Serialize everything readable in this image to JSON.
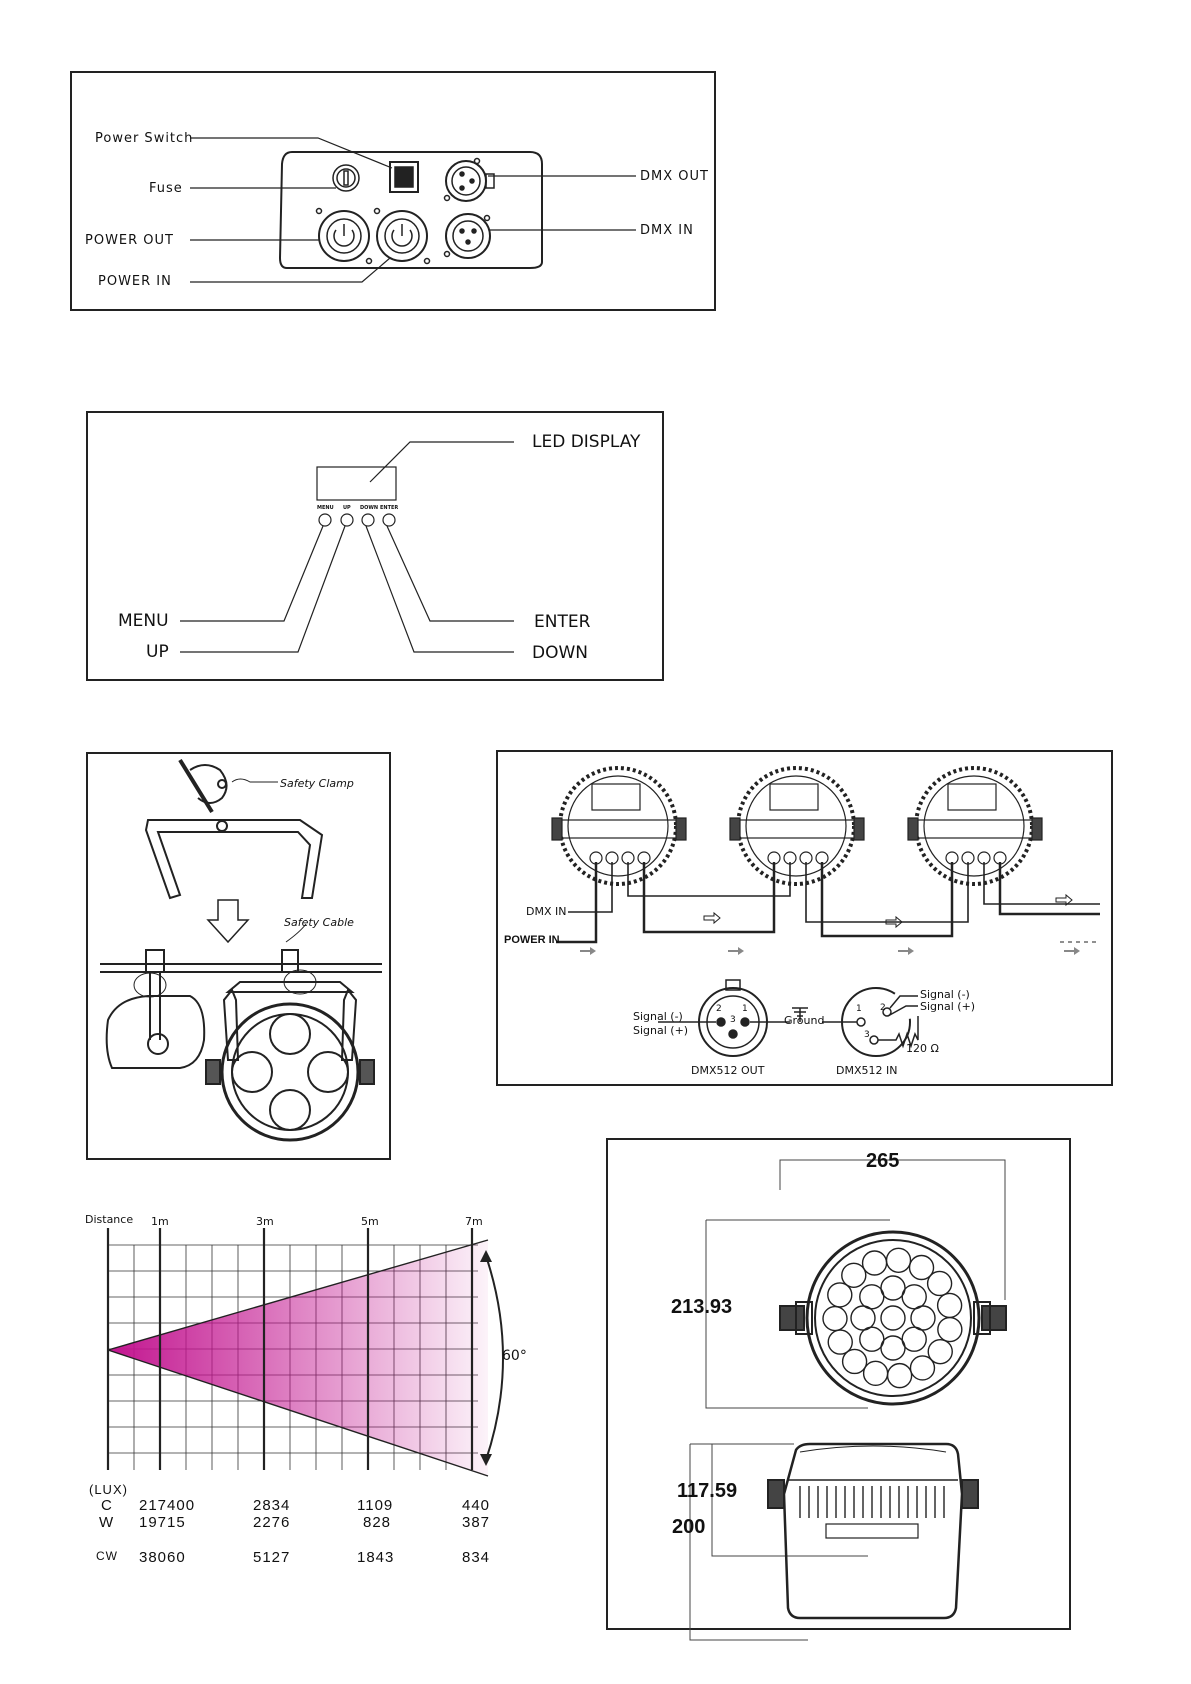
{
  "rear_panel": {
    "power_switch": "Power Switch",
    "fuse": "Fuse",
    "power_out": "POWER OUT",
    "power_in": "POWER IN",
    "dmx_out": "DMX OUT",
    "dmx_in": "DMX IN"
  },
  "control_panel": {
    "led_display": "LED DISPLAY",
    "menu": "MENU",
    "up": "UP",
    "enter": "ENTER",
    "down": "DOWN",
    "btn_menu": "MENU",
    "btn_up": "UP",
    "btn_down": "DOWN",
    "btn_enter": "ENTER"
  },
  "mounting": {
    "safety_clamp": "Safety  Clamp",
    "safety_cable": "Safety  Cable"
  },
  "wiring": {
    "dmx_in": "DMX IN",
    "power_in": "POWER IN",
    "signal_minus_1": "Signal (-)",
    "signal_plus_1": "Signal (+)",
    "ground": "Ground",
    "signal_minus_2": "Signal (-)",
    "signal_plus_2": "Signal (+)",
    "resistor": "120 Ω",
    "pin2_out": "2",
    "pin1_out": "1",
    "pin3_out": "3",
    "pin1_in": "1",
    "pin2_in": "2",
    "pin3_in": "3",
    "dmx512_out": "DMX512 OUT",
    "dmx512_in": "DMX512 IN"
  },
  "beam_chart": {
    "distance_label": "Distance",
    "distances": [
      "1m",
      "3m",
      "5m",
      "7m"
    ],
    "angle": "60°",
    "lux_label": "(LUX)",
    "rows": [
      {
        "name": "C",
        "values": [
          "217400",
          "2834",
          "1109",
          "440"
        ]
      },
      {
        "name": "W",
        "values": [
          "19715",
          "2276",
          "828",
          "387"
        ]
      },
      {
        "name": "CW",
        "values": [
          "38060",
          "5127",
          "1843",
          "834"
        ]
      }
    ],
    "beam_color": "#c2148f"
  },
  "dimensions": {
    "width": "265",
    "height": "213.93",
    "depth_1": "117.59",
    "depth_2": "200"
  }
}
